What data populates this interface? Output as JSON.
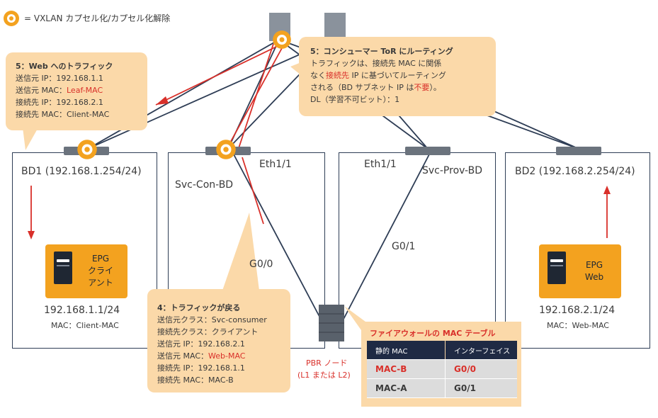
{
  "legend": {
    "icon": "vxlan-gear-icon",
    "text": "=  VXLAN カプセル化/カプセル化解除"
  },
  "callouts": {
    "c5web": {
      "title": "5：Web へのトラフィック",
      "line1_label": "送信元 IP：192.168.1.1",
      "line2_label": "送信元 MAC：",
      "line2_value": "Leaf-MAC",
      "line3_label": "接続先 IP：192.168.2.1",
      "line4_label": "接続先 MAC：Client-MAC"
    },
    "c5routing": {
      "title": "5：コンシューマー ToR にルーティング",
      "line1": "トラフィックは、接続先 MAC に関係",
      "line2_a": "なく",
      "line2_b": "接続先",
      "line2_c": " IP に基づいてルーティング",
      "line3_a": "される（BD サブネット IP は",
      "line3_b": "不要",
      "line3_c": "）。",
      "line4": "DL（学習不可ビット）：1"
    },
    "c4": {
      "title": "4：トラフィックが戻る",
      "line1": "送信元クラス：Svc-consumer",
      "line2": "接続先クラス：クライアント",
      "line3": "送信元 IP：192.168.2.1",
      "line4_label": "送信元 MAC：",
      "line4_value": "Web-MAC",
      "line5": "接続先 IP：192.168.1.1",
      "line6": "接続先 MAC：MAC-B"
    }
  },
  "boxes": {
    "bd1": {
      "label": "BD1 (192.168.1.254/24)"
    },
    "svc_con": {
      "label": "Svc-Con-BD",
      "port": "Eth1/1",
      "iface": "G0/0"
    },
    "svc_prov": {
      "label": "Svc-Prov-BD",
      "port": "Eth1/1",
      "iface": "G0/1"
    },
    "bd2": {
      "label": "BD2 (192.168.2.254/24)"
    }
  },
  "epg_client": {
    "label_lines": [
      "EPG",
      "クライ",
      "アント"
    ],
    "ip": "192.168.1.1/24",
    "mac": "MAC：Client-MAC"
  },
  "epg_web": {
    "label_lines": [
      "EPG",
      "Web"
    ],
    "ip": "192.168.2.1/24",
    "mac": "MAC：Web-MAC"
  },
  "pbr": {
    "line1": "PBR ノード",
    "line2": "(L1 または L2)"
  },
  "fw_table": {
    "title": "ファイアウォールの MAC テーブル",
    "headers": [
      "静的 MAC",
      "インターフェイス"
    ],
    "rows": [
      {
        "mac": "MAC-B",
        "iface": "G0/0",
        "highlight": true
      },
      {
        "mac": "MAC-A",
        "iface": "G0/1",
        "highlight": false
      }
    ]
  },
  "colors": {
    "accent_red": "#d9302a",
    "callout_bg": "#fbd9a9",
    "epg_orange": "#f3a21f",
    "box_border": "#2e3d55",
    "table_header": "#1f2a44",
    "line_navy": "#2e3d55"
  }
}
